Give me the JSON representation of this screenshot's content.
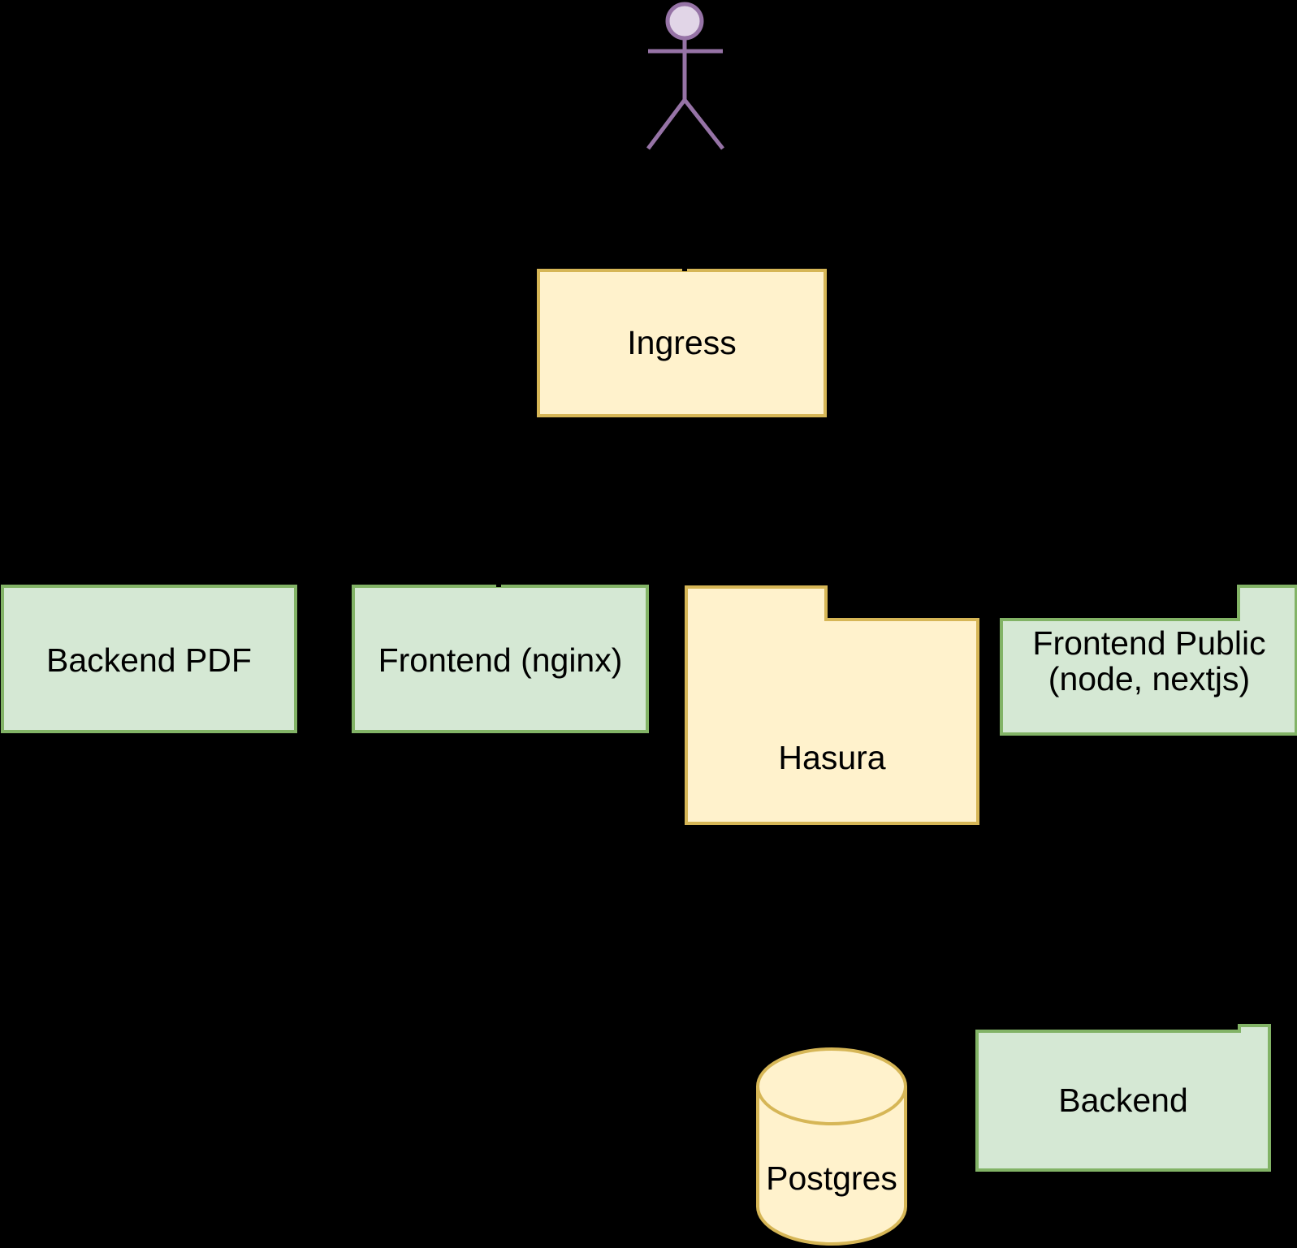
{
  "diagram": {
    "background": "#000000",
    "text_color": "#000000",
    "palette": {
      "yellow_fill": "#fff2cc",
      "yellow_stroke": "#d6b656",
      "green_fill": "#d5e8d4",
      "green_stroke": "#82b366",
      "purple_fill": "#e1d5e7",
      "purple_stroke": "#9673a6",
      "arrow_color": "#000000"
    },
    "nodes": {
      "actor": {
        "icon": "stick-figure-actor-icon"
      },
      "ingress": {
        "label": "Ingress"
      },
      "backend_pdf": {
        "label": "Backend PDF"
      },
      "frontend_nginx": {
        "label": "Frontend (nginx)"
      },
      "hasura": {
        "label": "Hasura"
      },
      "frontend_public": {
        "label_line1": "Frontend Public",
        "label_line2": "(node, nextjs)"
      },
      "backend": {
        "label": "Backend"
      },
      "postgres": {
        "label": "Postgres"
      }
    }
  }
}
